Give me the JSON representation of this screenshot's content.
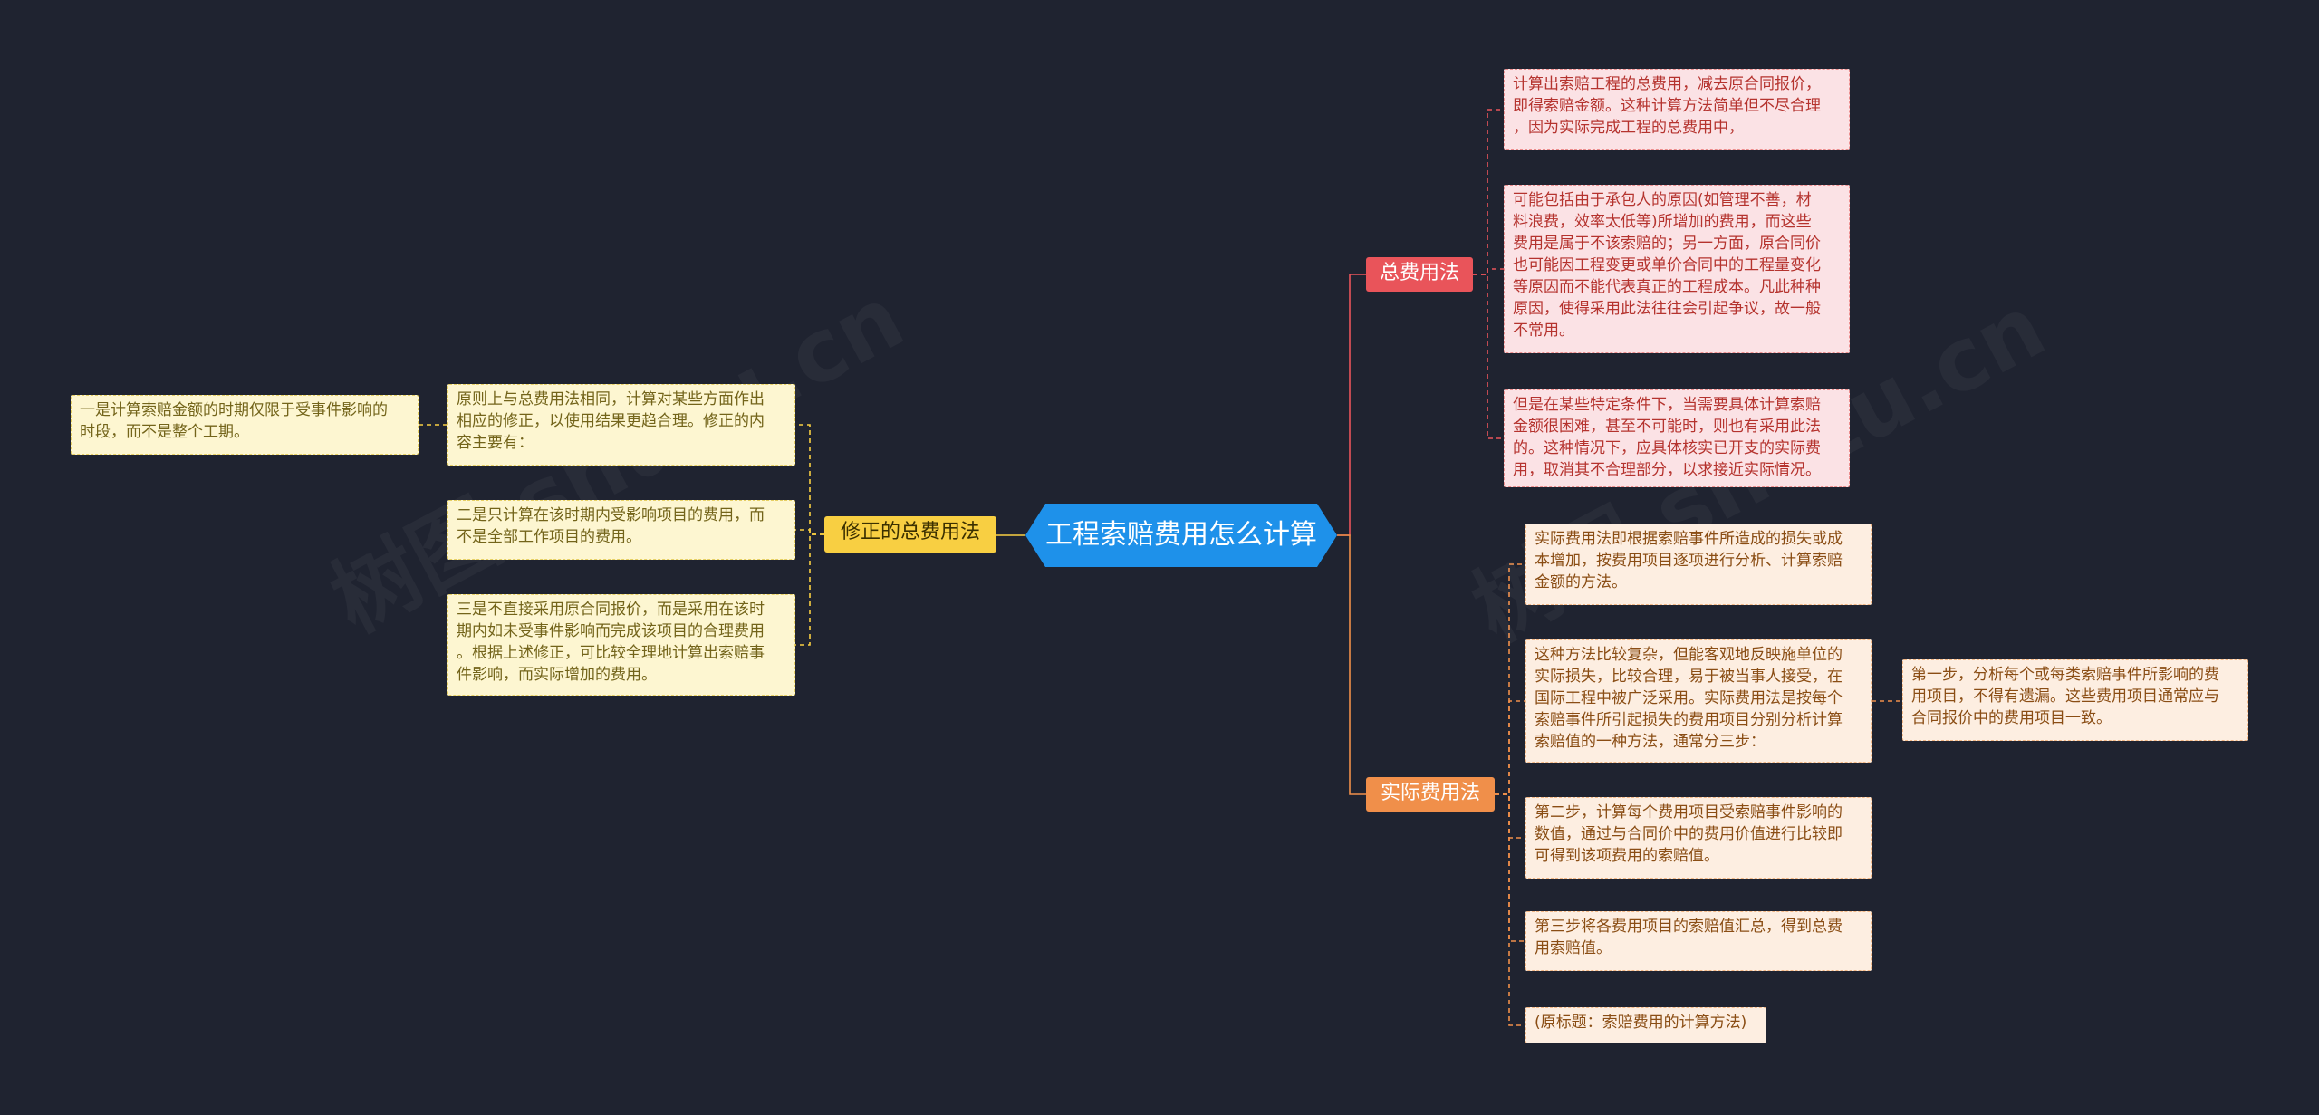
{
  "root": {
    "label": "工程索赔费用怎么计算"
  },
  "branches": {
    "total": {
      "label": "总费用法",
      "items": [
        "计算出索赔工程的总费用，减去原合同报价，\n即得索赔金额。这种计算方法简单但不尽合理\n，因为实际完成工程的总费用中，",
        "可能包括由于承包人的原因(如管理不善，材\n料浪费，效率太低等)所增加的费用，而这些\n费用是属于不该索赔的；另一方面，原合同价\n也可能因工程变更或单价合同中的工程量变化\n等原因而不能代表真正的工程成本。凡此种种\n原因，使得采用此法往往会引起争议，故一般\n不常用。",
        "但是在某些特定条件下，当需要具体计算索赔\n金额很困难，甚至不可能时，则也有采用此法\n的。这种情况下，应具体核实已开支的实际费\n用，取消其不合理部分，以求接近实际情况。"
      ]
    },
    "actual": {
      "label": "实际费用法",
      "items": [
        "实际费用法即根据索赔事件所造成的损失或成\n本增加，按费用项目逐项进行分析、计算索赔\n金额的方法。",
        "这种方法比较复杂，但能客观地反映施单位的\n实际损失，比较合理，易于被当事人接受，在\n国际工程中被广泛采用。实际费用法是按每个\n索赔事件所引起损失的费用项目分别分析计算\n索赔值的一种方法，通常分三步：",
        "第二步，计算每个费用项目受索赔事件影响的\n数值，通过与合同价中的费用价值进行比较即\n可得到该项费用的索赔值。",
        "第三步将各费用项目的索赔值汇总，得到总费\n用索赔值。",
        "(原标题：索赔费用的计算方法)"
      ],
      "sub_item": "第一步，分析每个或每类索赔事件所影响的费\n用项目，不得有遗漏。这些费用项目通常应与\n合同报价中的费用项目一致。"
    },
    "modified": {
      "label": "修正的总费用法",
      "items": [
        "原则上与总费用法相同，计算对某些方面作出\n相应的修正，以使用结果更趋合理。修正的内\n容主要有：",
        "二是只计算在该时期内受影响项目的费用，而\n不是全部工作项目的费用。",
        "三是不直接采用原合同报价，而是采用在该时\n期内如未受事件影响而完成该项目的合理费用\n。根据上述修正，可比较全理地计算出索赔事\n件影响，而实际增加的费用。"
      ],
      "sub_item": "一是计算索赔金额的时期仅限于受事件影响的\n时段，而不是整个工期。"
    }
  },
  "colors": {
    "background": "#1f2330",
    "root": "#1e91ea",
    "total": "#e9545a",
    "actual": "#f08f4a",
    "modified": "#f8cf42"
  }
}
